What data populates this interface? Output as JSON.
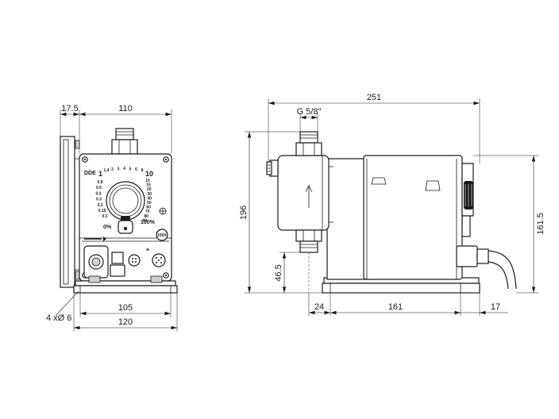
{
  "dimensions": {
    "front": {
      "side_offset": "17.5",
      "width_top": "110",
      "bolt_spacing": "105",
      "base_width": "120",
      "holes": "4 xØ 6"
    },
    "side": {
      "total_length": "251",
      "thread": "G 5/8\"",
      "height": "196",
      "outlet_height": "161.5",
      "inlet_height": "46.5",
      "offset_left": "24",
      "base_length": "161",
      "offset_right": "17"
    }
  },
  "panel": {
    "model": "DDE",
    "scale_left_top": "1",
    "scale_right_top": "10",
    "percent": "100%",
    "percent_zero": "0%",
    "button": "100X",
    "left_ticks": [
      "0.8",
      "0.6",
      "0.4",
      "0.3",
      "0.2",
      "0.15",
      "0.1"
    ],
    "top_ticks": [
      "1.4",
      "2",
      "3",
      "4",
      "5",
      "6",
      "8"
    ],
    "right_ticks": [
      "10",
      "15",
      "20",
      "30",
      "40",
      "50",
      "60",
      "70",
      "80",
      "90"
    ]
  }
}
